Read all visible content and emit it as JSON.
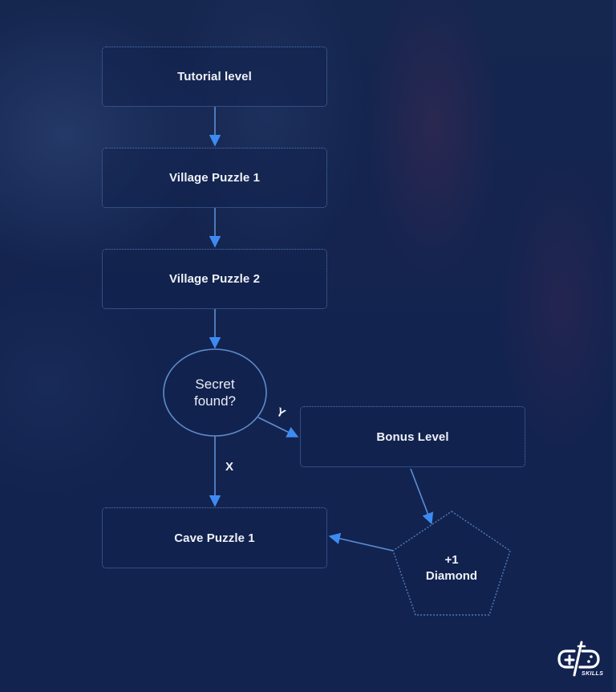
{
  "diagram": {
    "type": "flowchart",
    "theme": {
      "background": "#13234f",
      "node_border": "#4f78b3",
      "edge_color": "#5b8fd6",
      "arrowhead_color": "#3d8bf2",
      "text_color": "#eef1f8"
    },
    "nodes": [
      {
        "id": "tutorial",
        "shape": "rectangle",
        "label": "Tutorial level"
      },
      {
        "id": "village1",
        "shape": "rectangle",
        "label": "Village Puzzle 1"
      },
      {
        "id": "village2",
        "shape": "rectangle",
        "label": "Village Puzzle 2"
      },
      {
        "id": "secret",
        "shape": "ellipse",
        "label_line1": "Secret",
        "label_line2": "found?"
      },
      {
        "id": "bonus",
        "shape": "rectangle",
        "label": "Bonus Level"
      },
      {
        "id": "cave1",
        "shape": "rectangle",
        "label": "Cave Puzzle 1"
      },
      {
        "id": "diamond",
        "shape": "pentagon",
        "label_line1": "+1",
        "label_line2": "Diamond"
      }
    ],
    "edges": [
      {
        "from": "tutorial",
        "to": "village1",
        "label": ""
      },
      {
        "from": "village1",
        "to": "village2",
        "label": ""
      },
      {
        "from": "village2",
        "to": "secret",
        "label": ""
      },
      {
        "from": "secret",
        "to": "bonus",
        "label": "Y"
      },
      {
        "from": "secret",
        "to": "cave1",
        "label": "X"
      },
      {
        "from": "bonus",
        "to": "diamond",
        "label": ""
      },
      {
        "from": "diamond",
        "to": "cave1",
        "label": ""
      }
    ]
  },
  "logo": {
    "icon": "gd-gamepad-logo-icon",
    "text": "SKILLS"
  }
}
